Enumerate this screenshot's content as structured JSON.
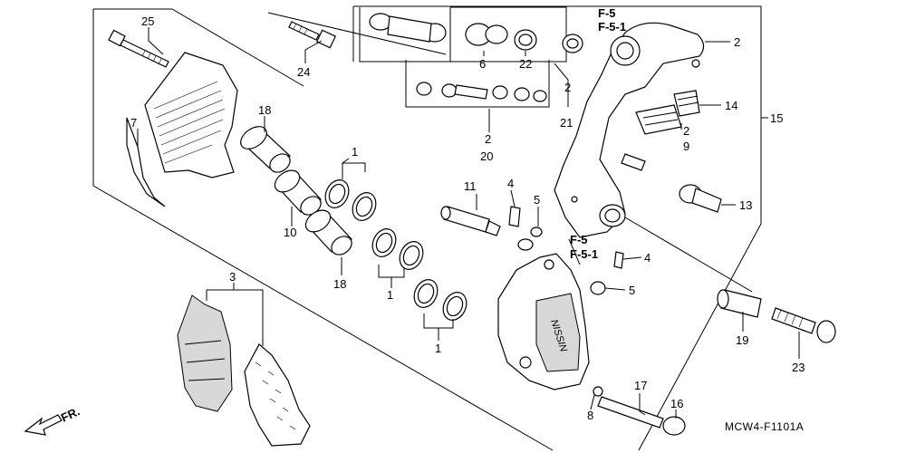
{
  "labels": {
    "p1a": "1",
    "p1b": "1",
    "p1c": "1",
    "p2a": "2",
    "p2b": "2",
    "p2c": "2",
    "p2d": "2",
    "p3": "3",
    "p4a": "4",
    "p4b": "4",
    "p5a": "5",
    "p5b": "5",
    "p6": "6",
    "p7": "7",
    "p8": "8",
    "p9": "9",
    "p10": "10",
    "p11": "11",
    "p13": "13",
    "p14": "14",
    "p15": "15",
    "p16": "16",
    "p17": "17",
    "p18a": "18",
    "p18b": "18",
    "p19": "19",
    "p20": "20",
    "p21": "21",
    "p22": "22",
    "p23": "23",
    "p24": "24",
    "p25": "25"
  },
  "refs": {
    "f5_top": "F-5",
    "f51_top": "F-5-1",
    "f5_mid": "F-5",
    "f51_mid": "F-5-1"
  },
  "caliper_text": "NISSIN",
  "front_arrow": "FR.",
  "diagram_code": "MCW4-F1101A"
}
